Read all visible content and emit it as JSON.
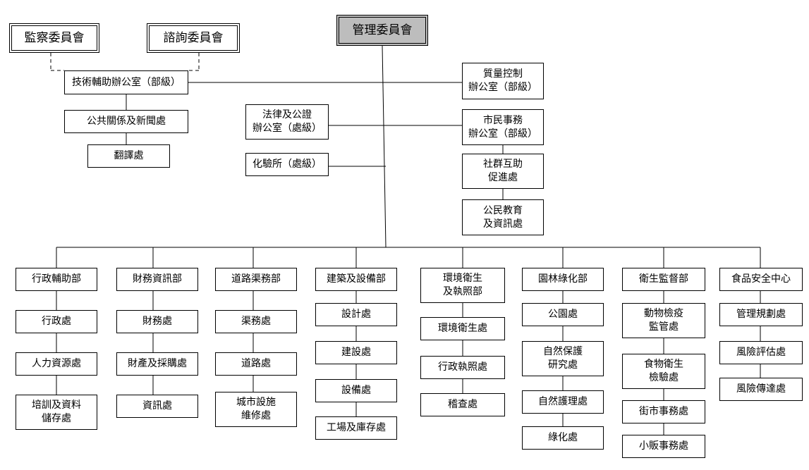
{
  "top": {
    "management_committee": "管理委員會",
    "supervisory_committee": "監察委員會",
    "advisory_committee": "諮詢委員會"
  },
  "left_branch": {
    "technical_support_office": "技術輔助辦公室（部級）",
    "public_relations": "公共關係及新聞處",
    "translation": "翻譯處"
  },
  "middle_offices": {
    "legal_notary": "法律及公證\n辦公室（處級）",
    "laboratory": "化驗所（處級）"
  },
  "right_branch": {
    "quality_control": "質量控制\n辦公室（部級）",
    "civic_affairs": "市民事務\n辦公室（部級）",
    "community_mutual_aid": "社群互助\n促進處",
    "civic_education": "公民教育\n及資訊處"
  },
  "departments": [
    {
      "name": "行政輔助部",
      "divisions": [
        "行政處",
        "人力資源處",
        "培訓及資料\n儲存處"
      ]
    },
    {
      "name": "財務資訊部",
      "divisions": [
        "財務處",
        "財產及採購處",
        "資訊處"
      ]
    },
    {
      "name": "道路渠務部",
      "divisions": [
        "渠務處",
        "道路處",
        "城市設施\n維修處"
      ]
    },
    {
      "name": "建築及設備部",
      "divisions": [
        "設計處",
        "建設處",
        "設備處",
        "工場及庫存處"
      ]
    },
    {
      "name": "環境衛生\n及執照部",
      "divisions": [
        "環境衛生處",
        "行政執照處",
        "稽查處"
      ]
    },
    {
      "name": "園林綠化部",
      "divisions": [
        "公園處",
        "自然保護\n研究處",
        "自然護理處",
        "綠化處"
      ]
    },
    {
      "name": "衛生監督部",
      "divisions": [
        "動物檢疫\n監管處",
        "食物衛生\n檢驗處",
        "街市事務處",
        "小販事務處"
      ]
    },
    {
      "name": "食品安全中心",
      "divisions": [
        "管理規劃處",
        "風險評估處",
        "風險傳達處"
      ]
    }
  ]
}
